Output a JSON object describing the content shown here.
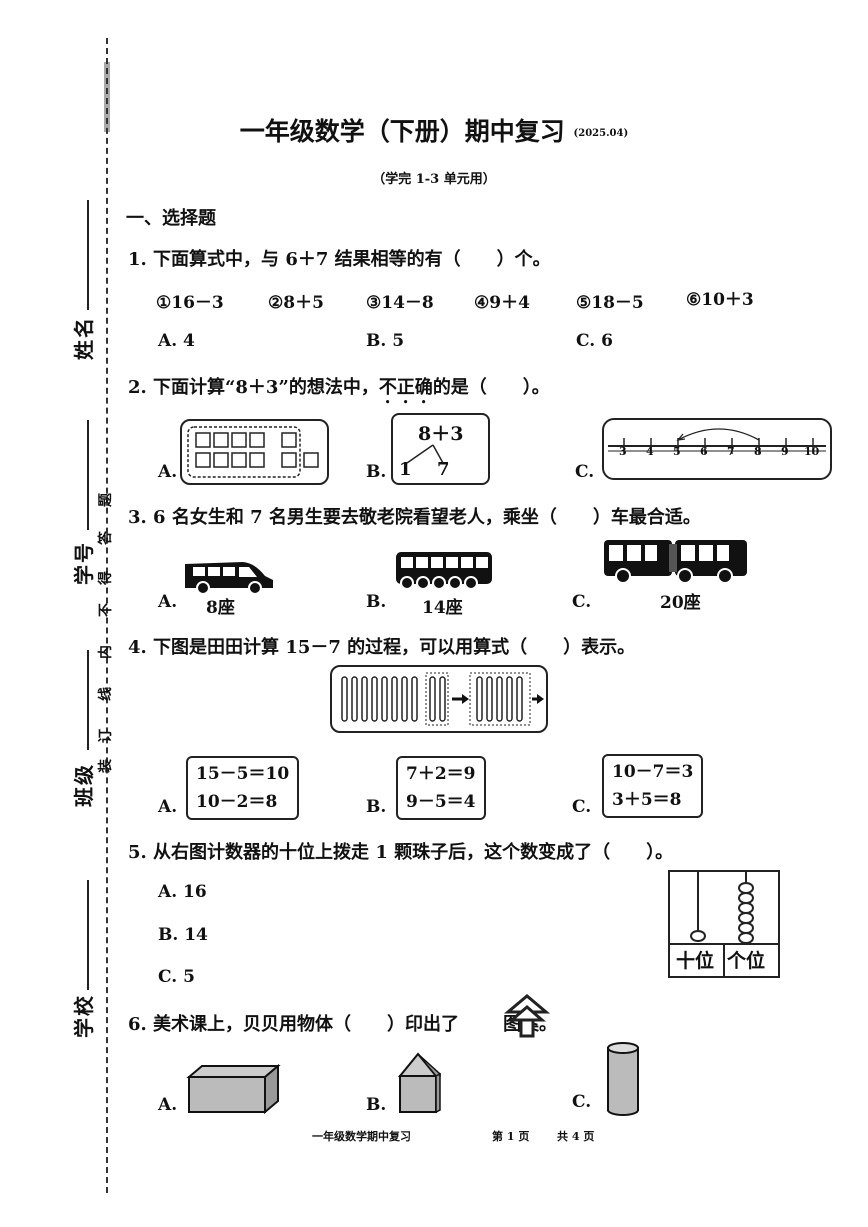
{
  "title": "一年级数学（下册）期中复习",
  "date": "(2025.04)",
  "subtitle": "（学完 1-3 单元用）",
  "margin": {
    "name_label": "姓名",
    "id_label": "学号",
    "class_label": "班级",
    "school_label": "学校",
    "binding_chars": [
      "装",
      "订",
      "线",
      "内",
      "不",
      "得",
      "答",
      "题"
    ]
  },
  "section1": "一、选择题",
  "q1": {
    "text": "1.  下面算式中，与 6＋7 结果相等的有（　　）个。",
    "items": [
      "①16－3",
      "②8＋5",
      "③14－8",
      "④9＋4",
      "⑤18－5",
      "⑥10＋3"
    ],
    "choices": [
      "A.  4",
      "B.  5",
      "C.  6"
    ]
  },
  "q2": {
    "text_pre": "2.  下面计算“8＋3”的想法中，",
    "text_emph": "不正确",
    "text_post": "的是（　　）。",
    "label_a": "A.",
    "label_b": "B.",
    "label_c": "C.",
    "tree_top": "8＋3",
    "tree_left": "1",
    "tree_right": "7",
    "numberline": [
      "3",
      "4",
      "5",
      "6",
      "7",
      "8",
      "9",
      "10"
    ]
  },
  "q3": {
    "text": "3.  6 名女生和 7 名男生要去敬老院看望老人，乘坐（　　）车最合适。",
    "label_a": "A.",
    "label_b": "B.",
    "label_c": "C.",
    "seat_a": "8座",
    "seat_b": "14座",
    "seat_c": "20座"
  },
  "q4": {
    "text": "4.  下图是田田计算 15－7 的过程，可以用算式（　　）表示。",
    "label_a": "A.",
    "label_b": "B.",
    "label_c": "C.",
    "a1": "15－5＝10",
    "a2": "10－2＝8",
    "b1": "7＋2＝9",
    "b2": "9－5＝4",
    "c1": "10－7＝3",
    "c2": "3＋5＝8"
  },
  "q5": {
    "text": "5.  从右图计数器的十位上拨走 1 颗珠子后，这个数变成了（　　）。",
    "choices": [
      "A.  16",
      "B.  14",
      "C.  5"
    ],
    "tens_label": "十位",
    "ones_label": "个位"
  },
  "q6": {
    "text_pre": "6.  美术课上，贝贝用物体（　　）印出了",
    "text_post": "图案。",
    "label_a": "A.",
    "label_b": "B.",
    "label_c": "C."
  },
  "footer": {
    "left": "一年级数学期中复习",
    "page": "第 1 页",
    "total": "共 4 页"
  }
}
